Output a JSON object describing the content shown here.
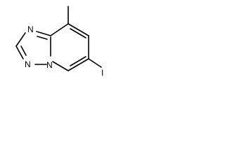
{
  "molecule": {
    "atoms": {
      "n1_label": "N",
      "n2_label": "N",
      "n3_label": "N",
      "iodo_label": "I"
    }
  }
}
